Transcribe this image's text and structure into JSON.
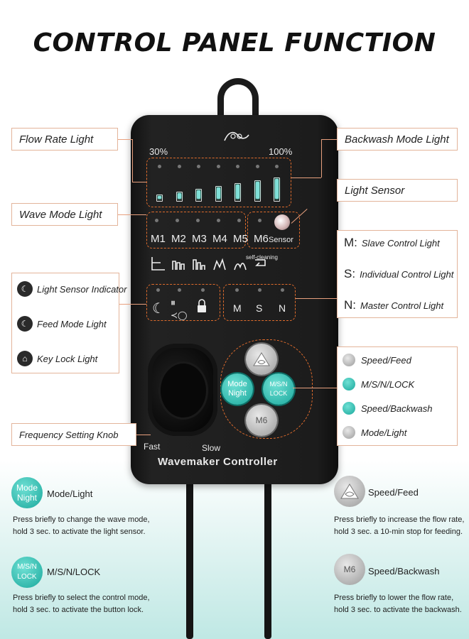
{
  "title": "CONTROL PANEL FUNCTION",
  "callouts": {
    "flow_rate_light": "Flow Rate Light",
    "wave_mode_light": "Wave Mode Light",
    "backwash_mode_light": "Backwash Mode Light",
    "light_sensor": "Light Sensor",
    "frequency_knob": "Frequency Setting Knob"
  },
  "indicators": [
    {
      "label": "Light Sensor Indicator",
      "icon": "moon-fish-icon"
    },
    {
      "label": "Feed Mode Light",
      "icon": "moon-icon"
    },
    {
      "label": "Key Lock Light",
      "icon": "lock-icon"
    }
  ],
  "control_lights": [
    {
      "key": "M:",
      "label": "Slave Control Light"
    },
    {
      "key": "S:",
      "label": "Individual Control Light"
    },
    {
      "key": "N:",
      "label": "Master Control Light"
    }
  ],
  "buttons_legend": [
    {
      "label": "Speed/Feed"
    },
    {
      "label": "M/S/N/LOCK"
    },
    {
      "label": "Speed/Backwash"
    },
    {
      "label": "Mode/Light"
    }
  ],
  "device": {
    "flow_min": "30%",
    "flow_max": "100%",
    "flow_bars_lit": 7,
    "modes": [
      "M1",
      "M2",
      "M3",
      "M4",
      "M5",
      "M6"
    ],
    "sensor_label": "Sensor",
    "self_cleaning": "self-cleaning",
    "msn": [
      "M",
      "S",
      "N"
    ],
    "knob_fast": "Fast",
    "knob_slow": "Slow",
    "name": "Wavemaker Controller",
    "btn_mode": [
      "Mode",
      "Night"
    ],
    "btn_msn": [
      "M/S/N",
      "LOCK"
    ],
    "btn_m6": "M6"
  },
  "bottom": {
    "mode_light": {
      "icon_text": [
        "Mode",
        "Night"
      ],
      "label": "Mode/Light",
      "line1": "Press briefly to change the wave mode,",
      "line2": "hold 3 sec. to activate the light sensor."
    },
    "msn_lock": {
      "icon_text": [
        "M/S/N",
        "LOCK"
      ],
      "label": "M/S/N/LOCK",
      "line1": "Press briefly to select the control mode,",
      "line2": "hold 3 sec. to activate the button lock."
    },
    "speed_feed": {
      "label": "Speed/Feed",
      "line1": "Press briefly to increase the flow rate,",
      "line2": "hold 3 sec. a 10-min stop for feeding."
    },
    "speed_backwash": {
      "icon_text": "M6",
      "label": "Speed/Backwash",
      "line1": "Press briefly to lower the flow rate,",
      "line2": "hold 3 sec. to activate the backwash."
    }
  },
  "colors": {
    "accent_teal": "#1aa89c",
    "callout_border": "#e3b49a",
    "dashed_orange": "#e06c2c",
    "device_body": "#1c1c1c"
  }
}
